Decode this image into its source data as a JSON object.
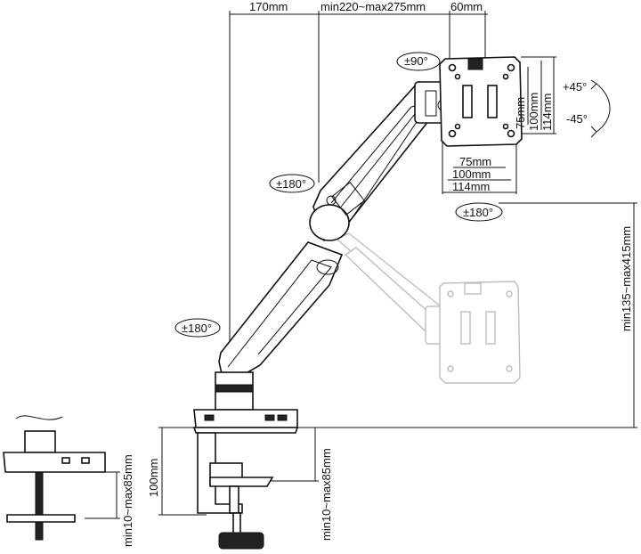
{
  "dimensions": {
    "arm_reach": "170mm",
    "plate_offset": "min220~max275mm",
    "plate_depth": "60mm",
    "vesa_75_h": "75mm",
    "vesa_100_h": "100mm",
    "vesa_114_h": "114mm",
    "vesa_75_v": "75mm",
    "vesa_100_v": "100mm",
    "vesa_114_v": "114mm",
    "height_range": "min135~max415mm",
    "base_height": "100mm",
    "clamp_range_main": "min10~max85mm",
    "clamp_range_detail": "min10~max85mm"
  },
  "rotations": {
    "portrait": "±90°",
    "elbow": "±180°",
    "head": "±180°",
    "base": "±180°",
    "tilt_up": "+45°",
    "tilt_down": "-45°"
  },
  "colors": {
    "line": "#111111",
    "ghost": "#bdbdbd",
    "background": "#ffffff"
  }
}
